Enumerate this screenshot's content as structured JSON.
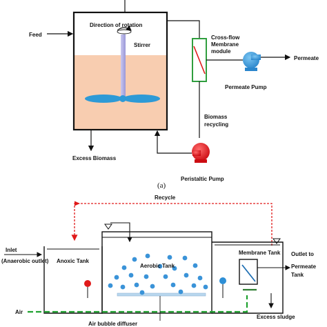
{
  "diagram_a": {
    "feed": "Feed",
    "direction": "Direction of rotation",
    "stirrer": "Stirrer",
    "membrane_l1": "Cross-flow",
    "membrane_l2": "Membrane",
    "membrane_l3": "module",
    "permeate": "Permeate",
    "permeate_pump": "Permeate Pump",
    "biomass_l1": "Biomass",
    "biomass_l2": "recycling",
    "excess": "Excess Biomass",
    "peristaltic": "Peristaltic Pump",
    "caption": "(a)",
    "colors": {
      "liquid": "#f8cdb0",
      "paddle": "#2e9ad6",
      "pump_blue": "#3a9ee0",
      "pump_red": "#e8141c",
      "membrane": "#2f9e3e"
    }
  },
  "diagram_b": {
    "recycle": "Recycle",
    "inlet": "Inlet",
    "inlet_sub": "(Anaerobic outlet)",
    "anoxic": "Anoxic Tank",
    "aerobic": "Aerobic Tank",
    "membrane_tank": "Membrane Tank",
    "outlet_l1": "Outlet to",
    "outlet_l2": "Permeate",
    "outlet_l3": "Tank",
    "air": "Air",
    "diffuser": "Air bubble diffuser",
    "sludge": "Excess sludge",
    "colors": {
      "recycle": "#e01a1a",
      "air": "#1fa12f",
      "bubble": "#2e8fd6"
    }
  }
}
